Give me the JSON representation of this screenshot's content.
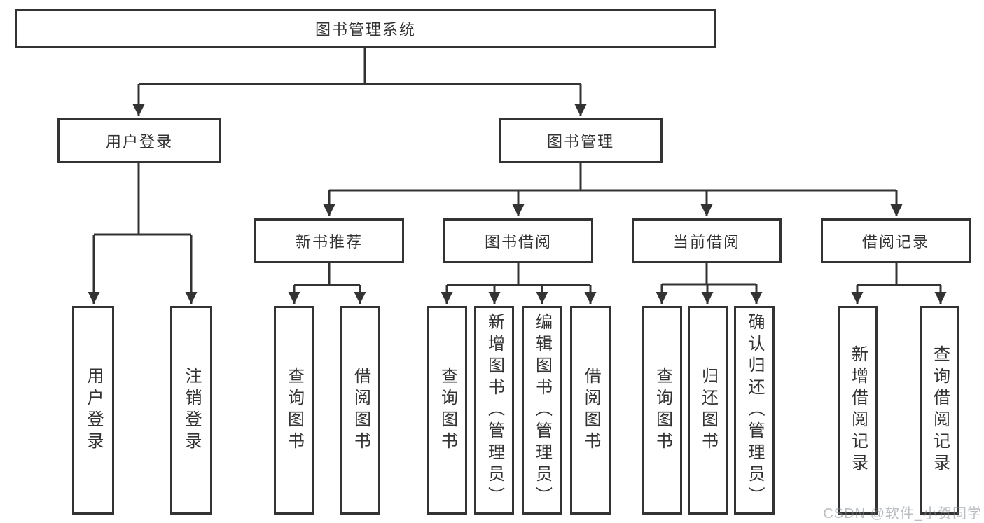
{
  "diagram": {
    "root": {
      "label": "图书管理系统",
      "children": {
        "user_login": {
          "label": "用户登录",
          "children": {
            "login": {
              "label": "用户登录"
            },
            "logout": {
              "label": "注销登录"
            }
          }
        },
        "book_mgmt": {
          "label": "图书管理",
          "children": {
            "new_book_rec": {
              "label": "新书推荐",
              "children": {
                "query_books": {
                  "label": "查询图书"
                },
                "borrow_books": {
                  "label": "借阅图书"
                }
              }
            },
            "book_borrow": {
              "label": "图书借阅",
              "children": {
                "query_books": {
                  "label": "查询图书"
                },
                "add_books": {
                  "label": "新增图书（管理员）"
                },
                "edit_books": {
                  "label": "编辑图书（管理员）"
                },
                "borrow_books": {
                  "label": "借阅图书"
                }
              }
            },
            "current_borrow": {
              "label": "当前借阅",
              "children": {
                "query_books": {
                  "label": "查询图书"
                },
                "return_books": {
                  "label": "归还图书"
                },
                "confirm_return": {
                  "label": "确认归还（管理员）"
                }
              }
            },
            "borrow_records": {
              "label": "借阅记录",
              "children": {
                "add_record": {
                  "label": "新增借阅记录"
                },
                "query_record": {
                  "label": "查询借阅记录"
                }
              }
            }
          }
        }
      }
    }
  },
  "watermark": {
    "text": "CSDN @软件_小贺同学"
  },
  "colors": {
    "line": "#333333",
    "box_border": "#333333",
    "box_fill": "#ffffff",
    "text": "#333333",
    "watermark": "#b3b7bb",
    "background": "#ffffff"
  }
}
